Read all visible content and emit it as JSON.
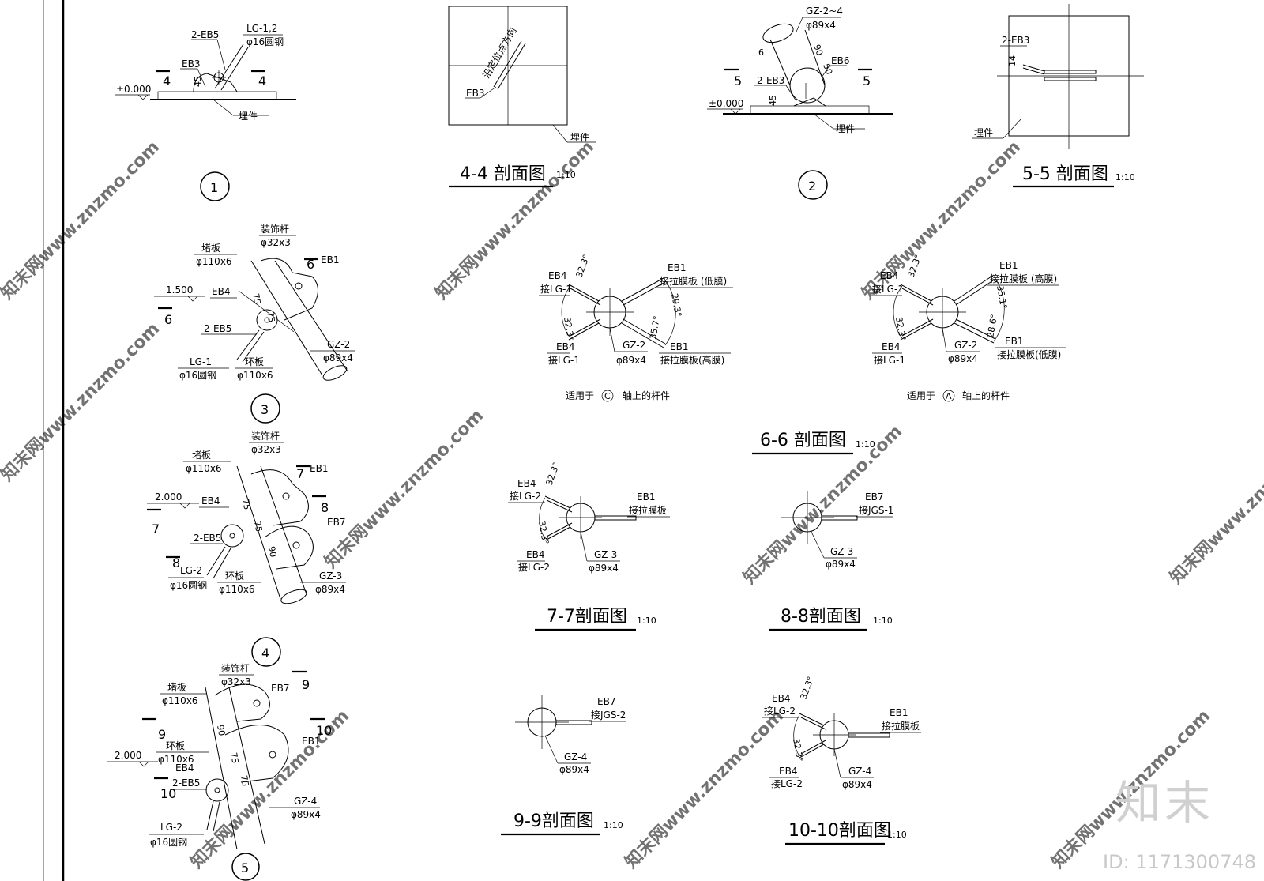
{
  "watermark": {
    "text": "知末网www.znzmo.com",
    "brand": "知末",
    "id_text": "ID: 1171300748"
  },
  "detail1": {
    "number": "1",
    "labels": {
      "eb5": "2-EB5",
      "lg": "LG-1,2",
      "rod": "φ16圆钢",
      "eb3": "EB3",
      "elev": "±0.000",
      "embed": "埋件",
      "dim45": "45"
    },
    "cut_marks": [
      "4",
      "4"
    ]
  },
  "section44": {
    "title": "4-4 剖面图",
    "scale": "1:10",
    "labels": {
      "dir": "沿定位点方向",
      "eb3": "EB3",
      "embed": "埋件"
    }
  },
  "detail2": {
    "number": "2",
    "labels": {
      "gz": "GZ-2~4",
      "pipe": "φ89x4",
      "eb6": "EB6",
      "eb3": "2-EB3",
      "elev": "±0.000",
      "embed": "埋件",
      "d6": "6",
      "d90": "90",
      "d50": "50",
      "d45": "45"
    },
    "cut_marks": [
      "5",
      "5"
    ]
  },
  "section55": {
    "title": "5-5 剖面图",
    "scale": "1:10",
    "labels": {
      "eb3": "2-EB3",
      "d14": "14",
      "embed": "埋件"
    }
  },
  "detail3": {
    "number": "3",
    "labels": {
      "deco": "装饰杆",
      "deco_size": "φ32x3",
      "plug": "堵板",
      "plug_size": "φ110x6",
      "eb1": "EB1",
      "elev": "1.500",
      "eb4": "EB4",
      "eb5": "2-EB5",
      "lg": "LG-1",
      "rod": "φ16圆钢",
      "ring": "环板",
      "ring_size": "φ110x6",
      "gz": "GZ-2",
      "pipe": "φ89x4",
      "d75a": "75",
      "d75b": "75"
    },
    "cut_marks": [
      "6",
      "6"
    ]
  },
  "detail4": {
    "number": "4",
    "labels": {
      "deco": "装饰杆",
      "deco_size": "φ32x3",
      "plug": "堵板",
      "plug_size": "φ110x6",
      "eb1": "EB1",
      "eb7": "EB7",
      "elev": "2.000",
      "eb4": "EB4",
      "eb5": "2-EB5",
      "lg": "LG-2",
      "rod": "φ16圆钢",
      "ring": "环板",
      "ring_size": "φ110x6",
      "gz": "GZ-3",
      "pipe": "φ89x4",
      "d75a": "75",
      "d75b": "75",
      "d90": "90"
    },
    "cut_marks": [
      "7",
      "7",
      "8",
      "8"
    ]
  },
  "detail5": {
    "number": "5",
    "labels": {
      "deco": "装饰杆",
      "deco_size": "φ32x3",
      "plug": "堵板",
      "plug_size": "φ110x6",
      "eb7": "EB7",
      "eb1": "EB1",
      "elev": "2.000",
      "ring": "环板",
      "ring_size": "φ110x6",
      "eb4": "EB4",
      "eb5": "2-EB5",
      "lg": "LG-2",
      "rod": "φ16圆钢",
      "gz": "GZ-4",
      "pipe": "φ89x4",
      "d90": "90",
      "d75a": "75",
      "d75b": "75"
    },
    "cut_marks": [
      "9",
      "9",
      "10",
      "10"
    ]
  },
  "section66": {
    "title": "6-6 剖面图",
    "scale": "1:10",
    "left": {
      "eb4_top": "EB4",
      "lg_top": "接LG-1",
      "ang_top": "32.3°",
      "eb1_top": "EB1",
      "memb_top": "接拉膜板 (低膜)",
      "ang_right_top": "29.3°",
      "ang_left": "32.3°",
      "eb4_bot": "EB4",
      "lg_bot": "接LG-1",
      "gz": "GZ-2",
      "pipe": "φ89x4",
      "ang_right_bot": "35.7°",
      "eb1_bot": "EB1",
      "memb_bot": "接拉膜板(高膜)",
      "note_a": "适用于",
      "axis": "C",
      "note_b": "轴上的杆件"
    },
    "right": {
      "eb4_top": "EB4",
      "lg_top": "接LG-1",
      "ang_top": "32.3°",
      "eb1_top": "EB1",
      "memb_top": "接拉膜板 (高膜)",
      "ang_right_top": "35.1°",
      "ang_left": "32.3°",
      "eb4_bot": "EB4",
      "lg_bot": "接LG-1",
      "gz": "GZ-2",
      "pipe": "φ89x4",
      "ang_right_bot": "28.6°",
      "eb1_bot": "EB1",
      "memb_bot": "接拉膜板(低膜)",
      "note_a": "适用于",
      "axis": "A",
      "note_b": "轴上的杆件"
    }
  },
  "section77": {
    "title": "7-7剖面图",
    "scale": "1:10",
    "labels": {
      "eb4_top": "EB4",
      "lg_top": "接LG-2",
      "ang_top": "32.3°",
      "eb1": "EB1",
      "memb": "接拉膜板",
      "ang_left": "32.3°",
      "eb4_bot": "EB4",
      "lg_bot": "接LG-2",
      "gz": "GZ-3",
      "pipe": "φ89x4"
    }
  },
  "section88": {
    "title": "8-8剖面图",
    "scale": "1:10",
    "labels": {
      "eb7": "EB7",
      "jgs": "接JGS-1",
      "gz": "GZ-3",
      "pipe": "φ89x4"
    }
  },
  "section99": {
    "title": "9-9剖面图",
    "scale": "1:10",
    "labels": {
      "eb7": "EB7",
      "jgs": "接JGS-2",
      "gz": "GZ-4",
      "pipe": "φ89x4"
    }
  },
  "section1010": {
    "title": "10-10剖面图",
    "scale": "1:10",
    "labels": {
      "eb4_top": "EB4",
      "lg_top": "接LG-2",
      "ang_top": "32.3°",
      "eb1": "EB1",
      "memb": "接拉膜板",
      "ang_left": "32.3°",
      "eb4_bot": "EB4",
      "lg_bot": "接LG-2",
      "gz": "GZ-4",
      "pipe": "φ89x4"
    }
  }
}
